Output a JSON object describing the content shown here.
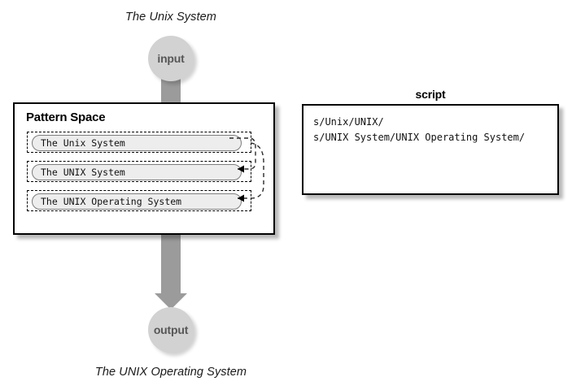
{
  "diagram": {
    "title_caption": "The Unix System",
    "output_caption": "The UNIX Operating System",
    "nodes": {
      "input_label": "input",
      "output_label": "output"
    },
    "pattern_space": {
      "title": "Pattern Space",
      "lines": [
        "The Unix System",
        "The UNIX System",
        "The UNIX Operating System"
      ]
    },
    "script": {
      "title": "script",
      "lines": [
        "s/Unix/UNIX/",
        "s/UNIX System/UNIX Operating System/"
      ]
    },
    "colors": {
      "arrow_gray": "#9b9b9b",
      "circle_gray": "#d2d2d2",
      "circle_text": "#575757",
      "pill_fill": "#ededed",
      "pill_border": "#7d7d7d",
      "panel_border": "#000000",
      "background": "#ffffff"
    },
    "icons": {
      "down_arrow": "down-arrow-icon",
      "feedback_loop": "dashed-loop-arrow-icon"
    }
  }
}
